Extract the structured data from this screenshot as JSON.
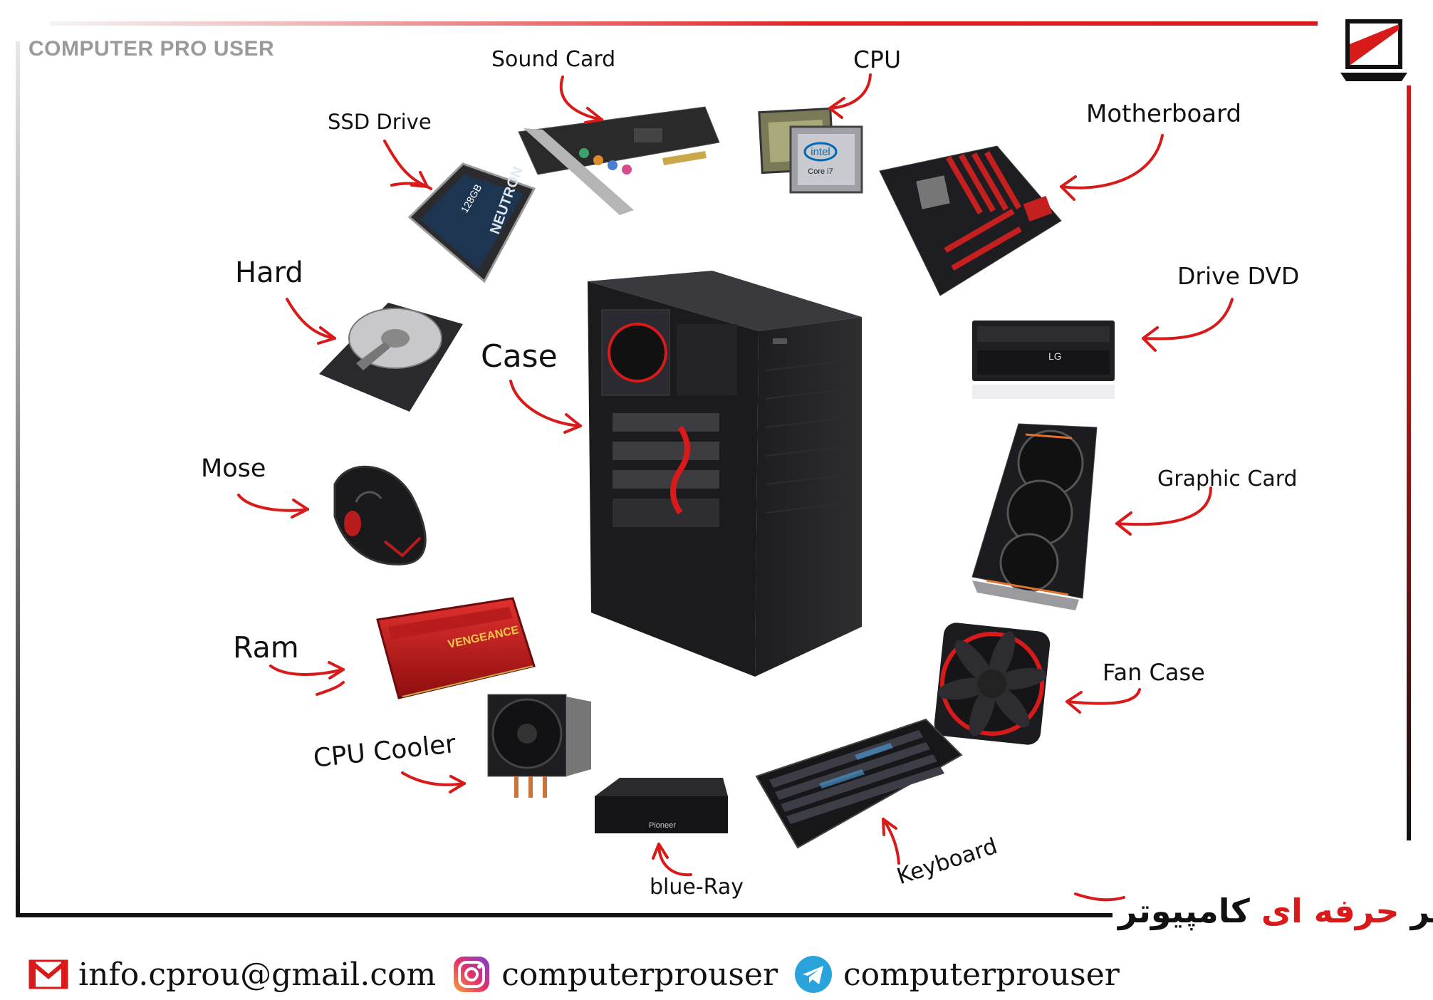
{
  "brand": {
    "text": "COMPUTER PRO USER"
  },
  "components": {
    "sound_card": "Sound Card",
    "cpu": "CPU",
    "ssd": "SSD Drive",
    "motherboard": "Motherboard",
    "hard": "Hard",
    "case": "Case",
    "dvd": "Drive DVD",
    "mouse": "Mose",
    "graphic": "Graphic Card",
    "ram": "Ram",
    "fan": "Fan Case",
    "cooler": "CPU Cooler",
    "bluray": "blue-Ray",
    "keyboard": "Keyboard"
  },
  "product_marks": {
    "ssd_capacity": "128GB",
    "ssd_model": "NEUTRON",
    "cpu_brand": "intel",
    "cpu_model": "Core i7",
    "dvd_brand": "LG",
    "ram_model": "VENGEANCE",
    "bluray_brand": "Pioneer"
  },
  "persian_title": {
    "prefix": "کاربر",
    "highlight": "حرفه ای",
    "suffix": "کامپیوتر"
  },
  "footer": {
    "email": "info.cprou@gmail.com",
    "instagram": "computerprouser",
    "telegram": "computerprouser"
  },
  "colors": {
    "accent": "#d81a1a",
    "dark": "#111111",
    "muted": "#9a9a9a"
  }
}
